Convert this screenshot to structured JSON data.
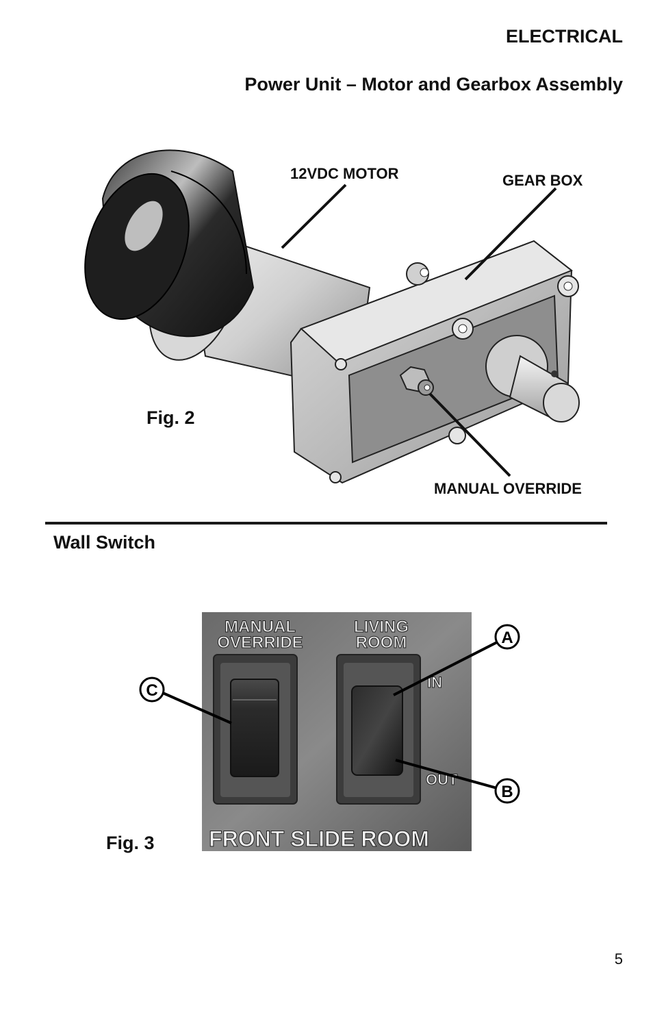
{
  "header": {
    "section": "ELECTRICAL",
    "subtitle": "Power Unit – Motor and Gearbox Assembly"
  },
  "figure2": {
    "label": "Fig. 2",
    "callouts": {
      "motor": "12VDC MOTOR",
      "gearbox": "GEAR BOX",
      "override": "MANUAL OVERRIDE"
    }
  },
  "wall_switch": {
    "title": "Wall Switch",
    "figure3": {
      "label": "Fig. 3",
      "panel": {
        "left_switch_label_1": "MANUAL",
        "left_switch_label_2": "OVERRIDE",
        "right_switch_label_1": "LIVING",
        "right_switch_label_2": "ROOM",
        "in_label": "IN",
        "out_label": "OUT",
        "bottom_label": "FRONT SLIDE ROOM"
      },
      "markers": {
        "a": "A",
        "b": "B",
        "c": "C"
      }
    }
  },
  "page_number": "5"
}
